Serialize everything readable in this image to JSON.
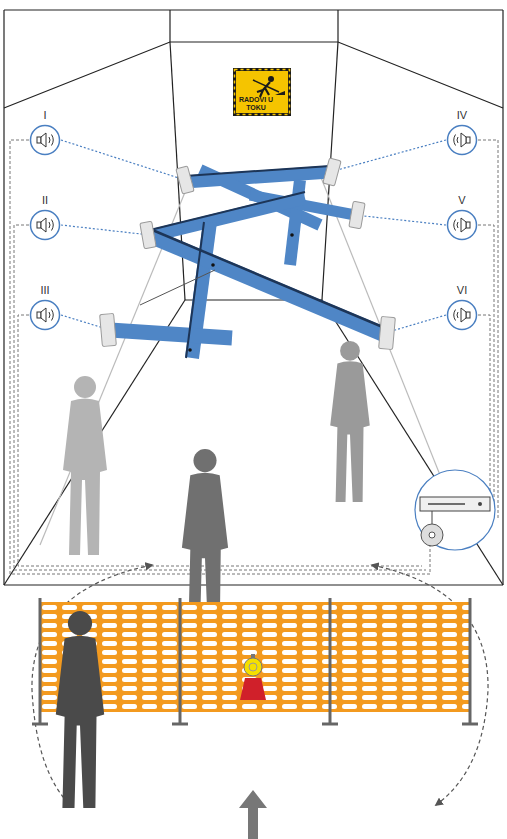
{
  "diagram": {
    "nodes": [
      {
        "text": [
          "RADOVI U TOKU"
        ]
      },
      {
        "text": [
          "I"
        ]
      },
      {
        "text": [
          "II"
        ]
      },
      {
        "text": [
          "III"
        ]
      },
      {
        "text": [
          "IV"
        ]
      },
      {
        "text": [
          "V"
        ]
      },
      {
        "text": [
          "VI"
        ]
      }
    ]
  }
}
